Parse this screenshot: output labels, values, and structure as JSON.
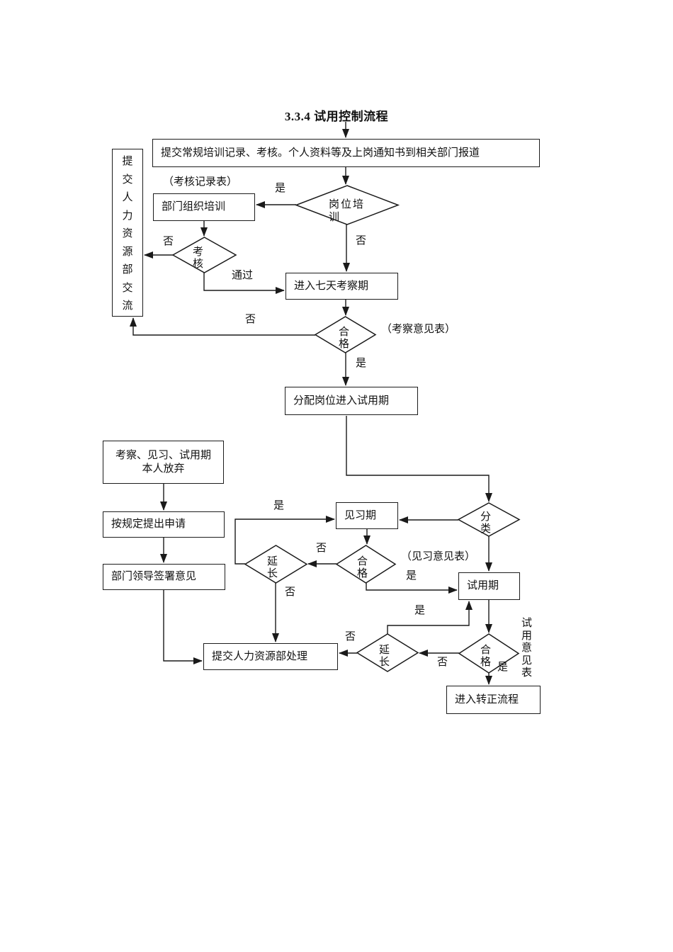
{
  "title": "3.3.4 试用控制流程",
  "nodes": {
    "report": "提交常规培训记录、考核。个人资料等及上岗通知书到相关部门报道",
    "hr_exchange": "提交人力资源部交流",
    "dept_training": "部门组织培训",
    "post_training": "岗位培\n训",
    "assess": "考\n核",
    "seven_day": "进入七天考察期",
    "qualified1": "合\n格",
    "assign_post": "分配岗位进入试用期",
    "give_up": "考察、见习、试用期\n本人放弃",
    "apply": "按规定提出申请",
    "leader_sign": "部门领导签署意见",
    "hr_handle": "提交人力资源部处理",
    "probation": "见习期",
    "classify": "分\n类",
    "qualified2": "合\n格",
    "extend1": "延\n长",
    "trial": "试用期",
    "extend2": "延\n长",
    "qualified3": "合\n格",
    "regularize": "进入转正流程"
  },
  "annotations": {
    "assess_record": "（考核记录表）",
    "inspect_opinion": "（考察意见表）",
    "probation_opinion": "（见习意见表）",
    "trial_opinion": "试用意见表"
  },
  "edge_labels": {
    "post_training_yes": "是",
    "post_training_no": "否",
    "assess_no": "否",
    "assess_pass": "通过",
    "qualified1_no": "否",
    "qualified1_yes": "是",
    "extend1_yes": "是",
    "qualified2_no": "否",
    "qualified2_yes": "是",
    "extend1_no": "否",
    "extend2_yes": "是",
    "extend2_no": "否",
    "qualified3_no": "否",
    "qualified3_yes": "是"
  },
  "colors": {
    "line": "#1a1a1a",
    "background": "#ffffff"
  }
}
